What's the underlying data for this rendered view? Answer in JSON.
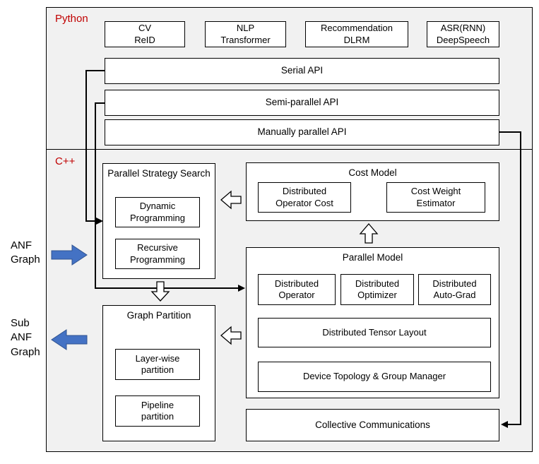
{
  "python": {
    "label": "Python",
    "apps": [
      {
        "label": "CV\nReID"
      },
      {
        "label": "NLP\nTransformer"
      },
      {
        "label": "Recommendation\nDLRM"
      },
      {
        "label": "ASR(RNN)\nDeepSpeech"
      }
    ],
    "apis": [
      {
        "label": "Serial API"
      },
      {
        "label": "Semi-parallel API"
      },
      {
        "label": "Manually parallel API"
      }
    ]
  },
  "cpp": {
    "label": "C++",
    "parallel_strategy_search": {
      "title": "Parallel Strategy Search",
      "items": [
        {
          "label": "Dynamic\nProgramming"
        },
        {
          "label": "Recursive\nProgramming"
        }
      ]
    },
    "cost_model": {
      "title": "Cost Model",
      "items": [
        {
          "label": "Distributed\nOperator Cost"
        },
        {
          "label": "Cost Weight\nEstimator"
        }
      ]
    },
    "parallel_model": {
      "title": "Parallel Model",
      "top_items": [
        {
          "label": "Distributed\nOperator"
        },
        {
          "label": "Distributed\nOptimizer"
        },
        {
          "label": "Distributed\nAuto-Grad"
        }
      ],
      "wide_items": [
        {
          "label": "Distributed Tensor Layout"
        },
        {
          "label": "Device Topology & Group Manager"
        }
      ]
    },
    "graph_partition": {
      "title": "Graph Partition",
      "items": [
        {
          "label": "Layer-wise\npartition"
        },
        {
          "label": "Pipeline\npartition"
        }
      ]
    },
    "collective_communications": {
      "label": "Collective Communications"
    }
  },
  "side": {
    "anf_graph": "ANF\nGraph",
    "sub_anf_graph": "Sub\nANF\nGraph"
  },
  "colors": {
    "section_label": "#c00000",
    "section_bg": "#f1f1f1",
    "box_border": "#000000",
    "blue_arrow_fill": "#4472c4",
    "blue_arrow_stroke": "#2f528f"
  }
}
